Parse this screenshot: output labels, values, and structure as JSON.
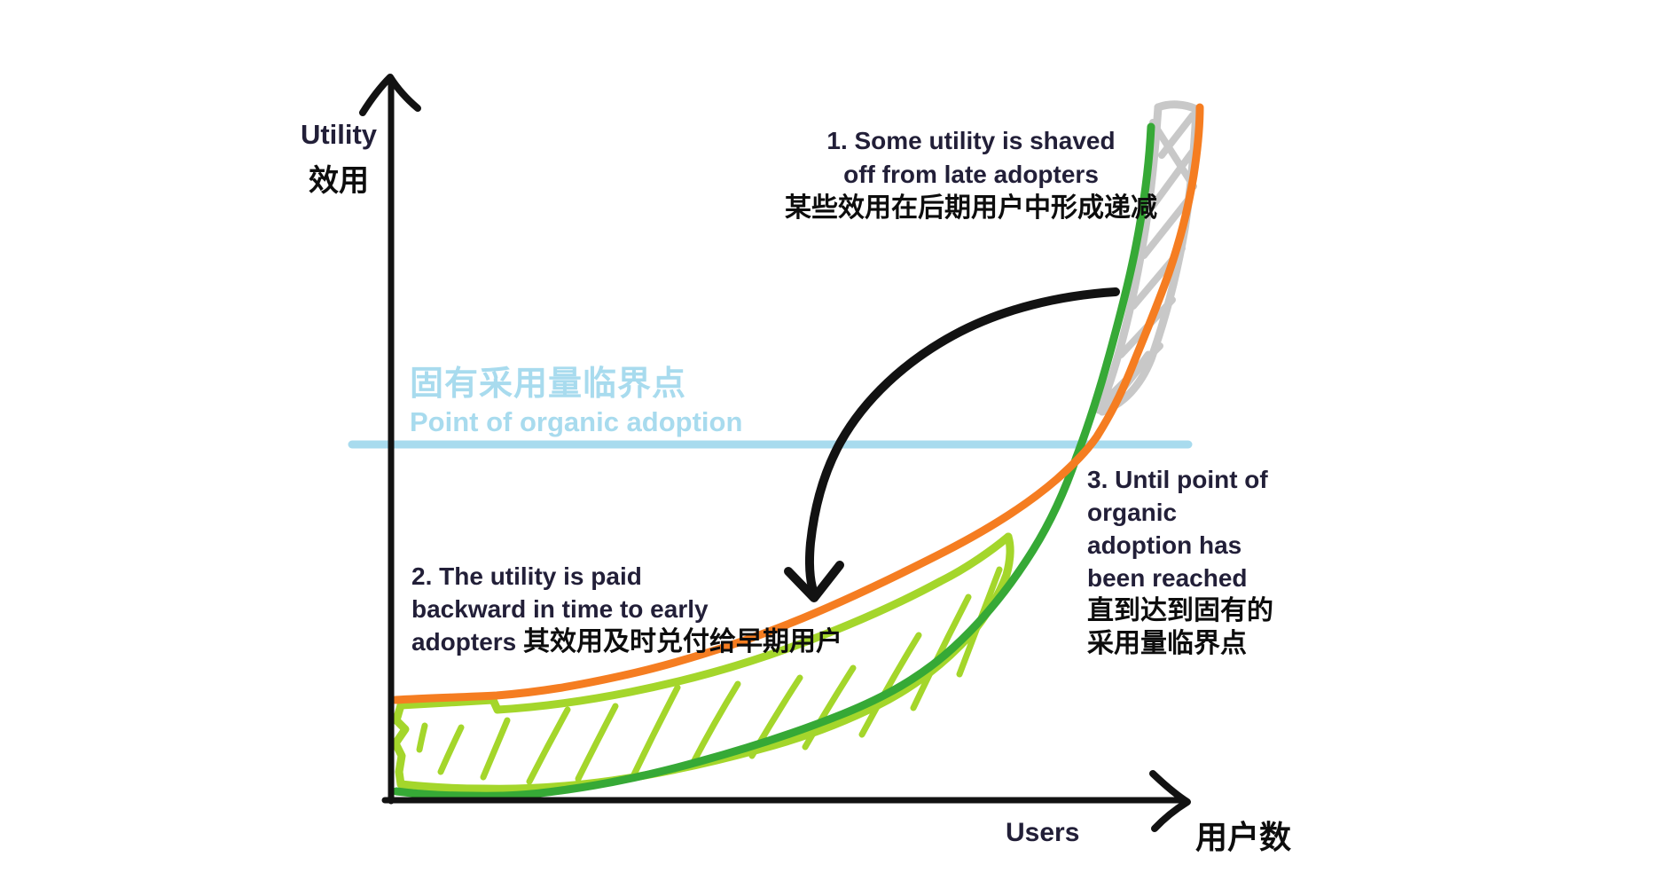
{
  "title": "Utility vs Users hand-drawn adoption-subsidy chart",
  "y_axis": {
    "label_en": "Utility",
    "label_zh": "效用"
  },
  "x_axis": {
    "label_en": "Users",
    "label_zh": "用户数"
  },
  "threshold": {
    "label_zh": "固有采用量临界点",
    "label_en": "Point of organic adoption",
    "color": "#a8dbee"
  },
  "annotation1": {
    "en_line1": "1. Some utility is shaved",
    "en_line2": "off from late adopters",
    "zh": "某些效用在后期用户中形成递减"
  },
  "annotation2": {
    "en_line1": "2. The utility is paid",
    "en_line2": "backward in time to early",
    "en_line3": "adopters",
    "zh": "其效用及时兑付给早期用户"
  },
  "annotation3": {
    "en_line1": "3. Until point of",
    "en_line2": "organic",
    "en_line3": "adoption has",
    "en_line4": "been reached",
    "zh_line1": "直到达到固有的",
    "zh_line2": "采用量临界点"
  },
  "colors": {
    "subsidized_curve_orange": "#f57d21",
    "organic_curve_green": "#36a936",
    "subsidy_region_chartreuse": "#a4d62b",
    "shaved_region_gray": "#c8c8c8",
    "threshold_blue": "#a8dbee",
    "annotation_navy": "#221f38",
    "text_black": "#0d0d0d",
    "drawing_black": "#121212"
  },
  "chart_data": {
    "type": "line",
    "title": "",
    "xlabel": "Users / 用户数",
    "ylabel": "Utility / 效用",
    "axis_ticks": "none (conceptual sketch, no numeric scale)",
    "x_range_norm": [
      0,
      1
    ],
    "y_range_norm": [
      0,
      1
    ],
    "grid": false,
    "legend": "none",
    "series": [
      {
        "name": "subsidized utility curve (orange)",
        "color": "#f57d21",
        "points_norm": [
          [
            0.01,
            0.14
          ],
          [
            0.1,
            0.15
          ],
          [
            0.25,
            0.17
          ],
          [
            0.4,
            0.18
          ],
          [
            0.51,
            0.25
          ],
          [
            0.62,
            0.31
          ],
          [
            0.72,
            0.36
          ],
          [
            0.8,
            0.41
          ],
          [
            0.875,
            0.5
          ],
          [
            0.92,
            0.6
          ],
          [
            0.97,
            0.68
          ],
          [
            1.0,
            0.79
          ],
          [
            1.01,
            0.98
          ]
        ]
      },
      {
        "name": "organic utility curve (green)",
        "color": "#36a936",
        "points_norm": [
          [
            0.01,
            0.01
          ],
          [
            0.14,
            0.01
          ],
          [
            0.29,
            0.02
          ],
          [
            0.43,
            0.07
          ],
          [
            0.54,
            0.11
          ],
          [
            0.62,
            0.14
          ],
          [
            0.71,
            0.24
          ],
          [
            0.79,
            0.34
          ],
          [
            0.85,
            0.47
          ],
          [
            0.89,
            0.58
          ],
          [
            0.93,
            0.72
          ],
          [
            0.95,
            0.84
          ],
          [
            0.955,
            0.95
          ]
        ]
      }
    ],
    "reference_line": {
      "y_norm": 0.5,
      "label": "固有采用量临界点 / Point of organic adoption",
      "color": "#a8dbee",
      "style": "horizontal"
    },
    "regions": [
      {
        "name": "utility shaved off from late adopters",
        "style": "gray hatched band",
        "location": "between green and orange curves above the threshold line (top right)"
      },
      {
        "name": "utility paid backward in time to early adopters",
        "style": "yellow-green hatched band",
        "location": "between orange and green curves below the threshold line (bottom)"
      }
    ],
    "flow_arrow": {
      "shape": "black curved arrow",
      "from": "shaved-utility region (top right)",
      "to": "early-adopter subsidy region (bottom left)",
      "color": "#121212"
    }
  }
}
